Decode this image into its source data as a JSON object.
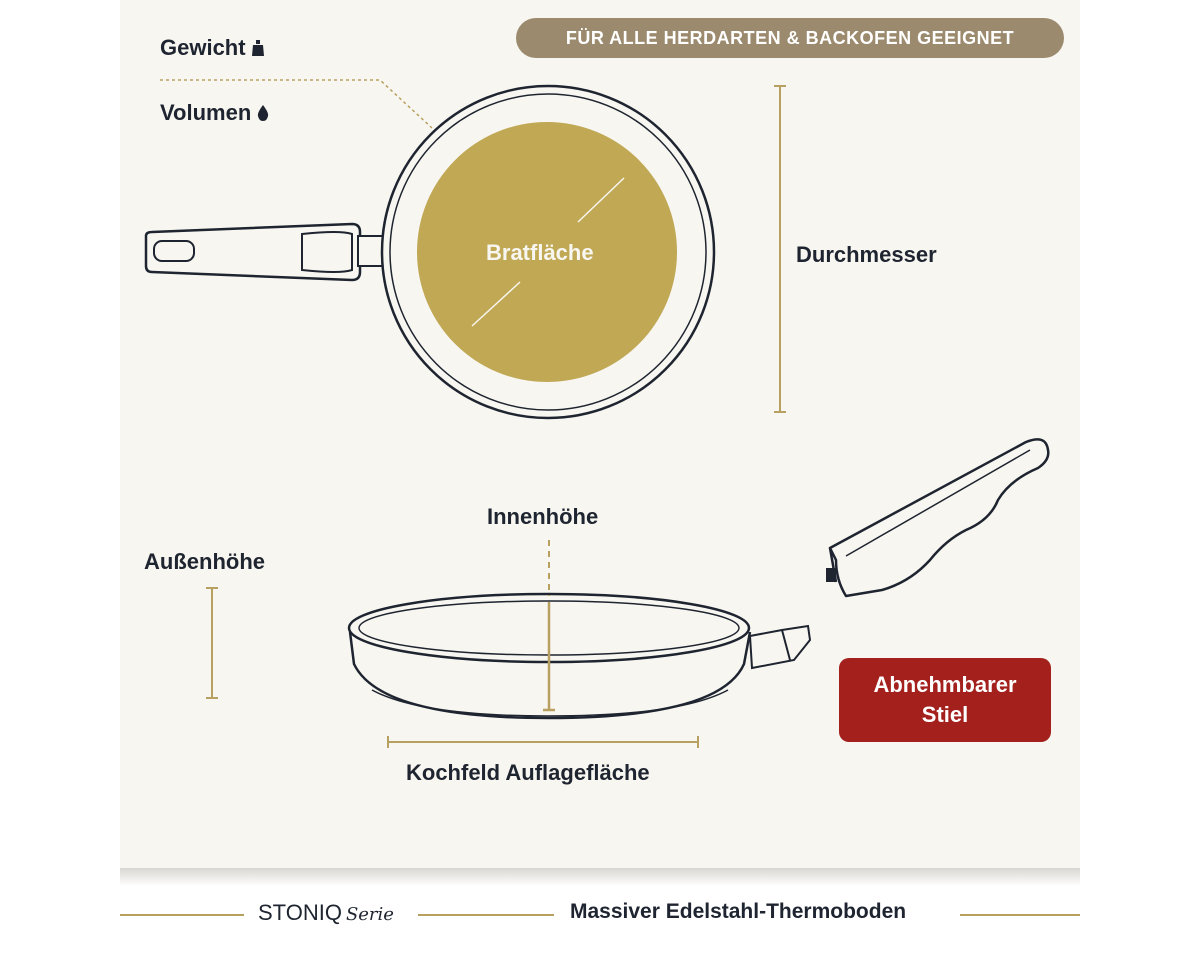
{
  "labels": {
    "weight": "Gewicht",
    "volume": "Volumen",
    "frying_area": "Bratfläche",
    "diameter": "Durchmesser",
    "inner_height": "Innenhöhe",
    "outer_height": "Außenhöhe",
    "hob_contact": "Kochfeld Auflagefläche"
  },
  "icons": {
    "weight": "weight-icon",
    "volume": "drop-icon"
  },
  "badges": {
    "top": "FÜR ALLE HERDARTEN & BACKOFEN GEEIGNET",
    "handle_line1": "Abnehmbarer",
    "handle_line2": "Stiel"
  },
  "footer": {
    "brand": "STONIQ",
    "brand_suffix": "Serie",
    "tagline": "Massiver Edelstahl-Thermoboden"
  },
  "colors": {
    "gold": "#c0a855",
    "taupe": "#9c8a6e",
    "red": "#a3201d",
    "ink": "#1e2430"
  }
}
